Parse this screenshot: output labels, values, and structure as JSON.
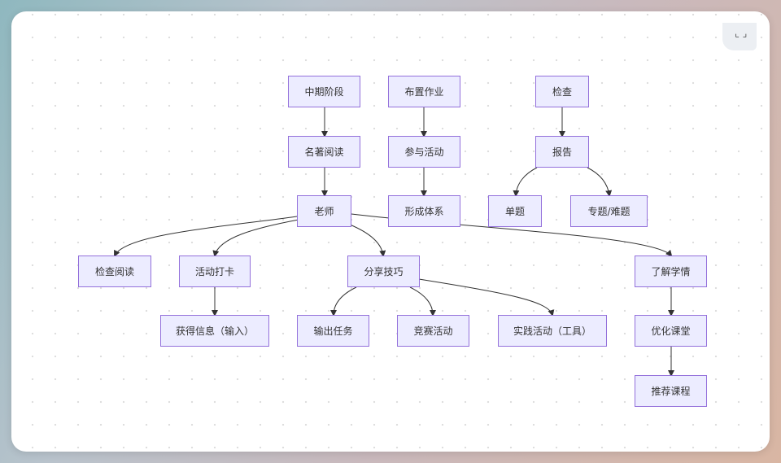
{
  "corner_glyph": "⌞⌟",
  "nodes": {
    "mid_stage": "中期阶段",
    "assign_homework": "布置作业",
    "check": "检查",
    "classic_reading": "名著阅读",
    "join_activity": "参与活动",
    "report": "报告",
    "teacher": "老师",
    "form_system": "形成体系",
    "single_topic": "单题",
    "special_difficult": "专题/难题",
    "check_reading": "检查阅读",
    "activity_checkin": "活动打卡",
    "share_skills": "分享技巧",
    "understand_learning": "了解学情",
    "get_info": "获得信息（输入）",
    "output_task": "输出任务",
    "competition": "竞赛活动",
    "practice_activity": "实践活动（工具）",
    "optimize_class": "优化课堂",
    "recommend_course": "推荐课程"
  }
}
